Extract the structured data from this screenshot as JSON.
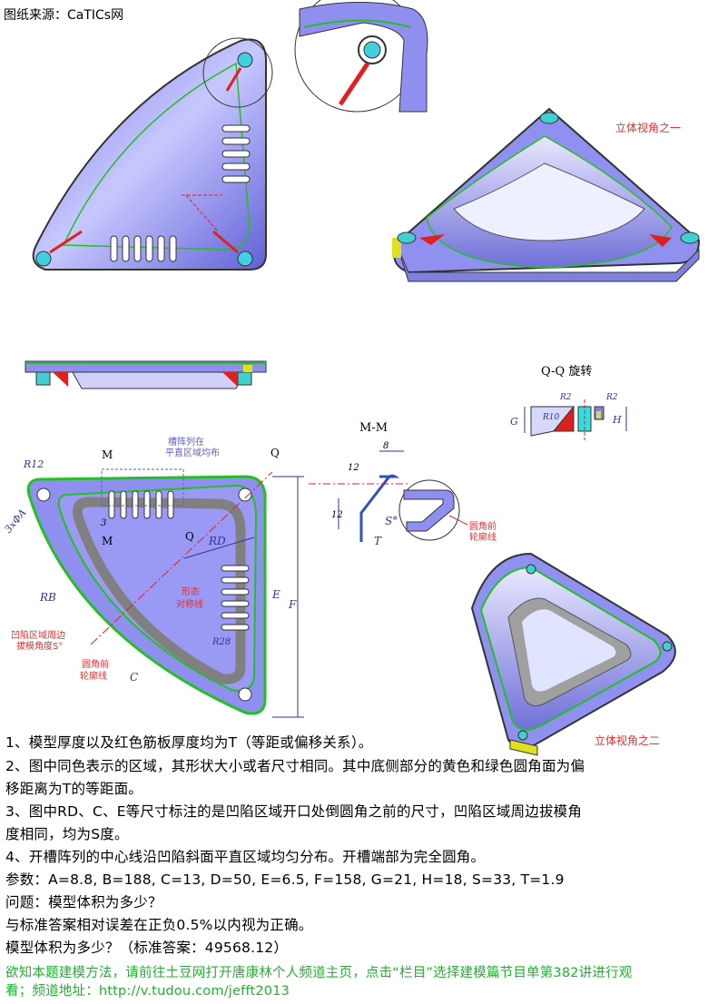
{
  "header": {
    "source": "图纸来源：CaTICs网"
  },
  "views": {
    "iso1_label": "立体视角之一",
    "iso2_label": "立体视角之二",
    "section_mm": "M-M",
    "section_qq": "Q-Q 旋转"
  },
  "dims": {
    "r12": "R12",
    "a": "3xΦA",
    "rb": "RB",
    "rd": "RD",
    "e": "E",
    "f": "F",
    "c": "C",
    "r28": "R28",
    "three": "3",
    "m": "M",
    "q": "Q",
    "mm_8": "8",
    "mm_12a": "12",
    "mm_12b": "12",
    "mm_s": "S°",
    "mm_t": "T",
    "qq_g": "G",
    "qq_h": "H",
    "qq_r2a": "R2",
    "qq_r10": "R10",
    "qq_r2b": "R2"
  },
  "annotations": {
    "slot_array_1": "槽阵列在",
    "slot_array_2": "平直区域均布",
    "sym_1": "形态",
    "sym_2": "对称线",
    "draft_1": "凹陷区域周边",
    "draft_2": "拔模角度S°",
    "contour_1": "圆角前",
    "contour_2": "轮廓线",
    "mm_contour_1": "圆角前",
    "mm_contour_2": "轮廓线"
  },
  "notes": [
    "1、模型厚度以及红色筋板厚度均为T（等距或偏移关系）。",
    "2、图中同色表示的区域，其形状大小或者尺寸相同。其中底侧部分的黄色和绿色圆角面为偏",
    "移距离为T的等距面。",
    "3、图中RD、C、E等尺寸标注的是凹陷区域开口处倒圆角之前的尺寸，凹陷区域周边拔模角",
    "度相同，均为S度。",
    "4、开槽阵列的中心线沿凹陷斜面平直区域均匀分布。开槽端部为完全圆角。",
    "参数：A=8.8, B=188, C=13, D=50, E=6.5, F=158, G=21, H=18, S=33, T=1.9",
    "问题：模型体积为多少？",
    "与标准答案相对误差在正负0.5%以内视为正确。",
    "模型体积为多少？（标准答案：49568.12）"
  ],
  "footer": {
    "line1": "欲知本题建模方法，请前往土豆网打开唐康林个人频道主页，点击“栏目”选择建模篇节目单第382讲进行观",
    "line2": "看；频道地址：http://v.tudou.com/jefft2013"
  },
  "colors": {
    "part": "#8f8ff0",
    "edge": "#22c022",
    "rib": "#e02020",
    "dim": "#3030a0",
    "note_red": "#e03030",
    "footer": "#22b030"
  }
}
